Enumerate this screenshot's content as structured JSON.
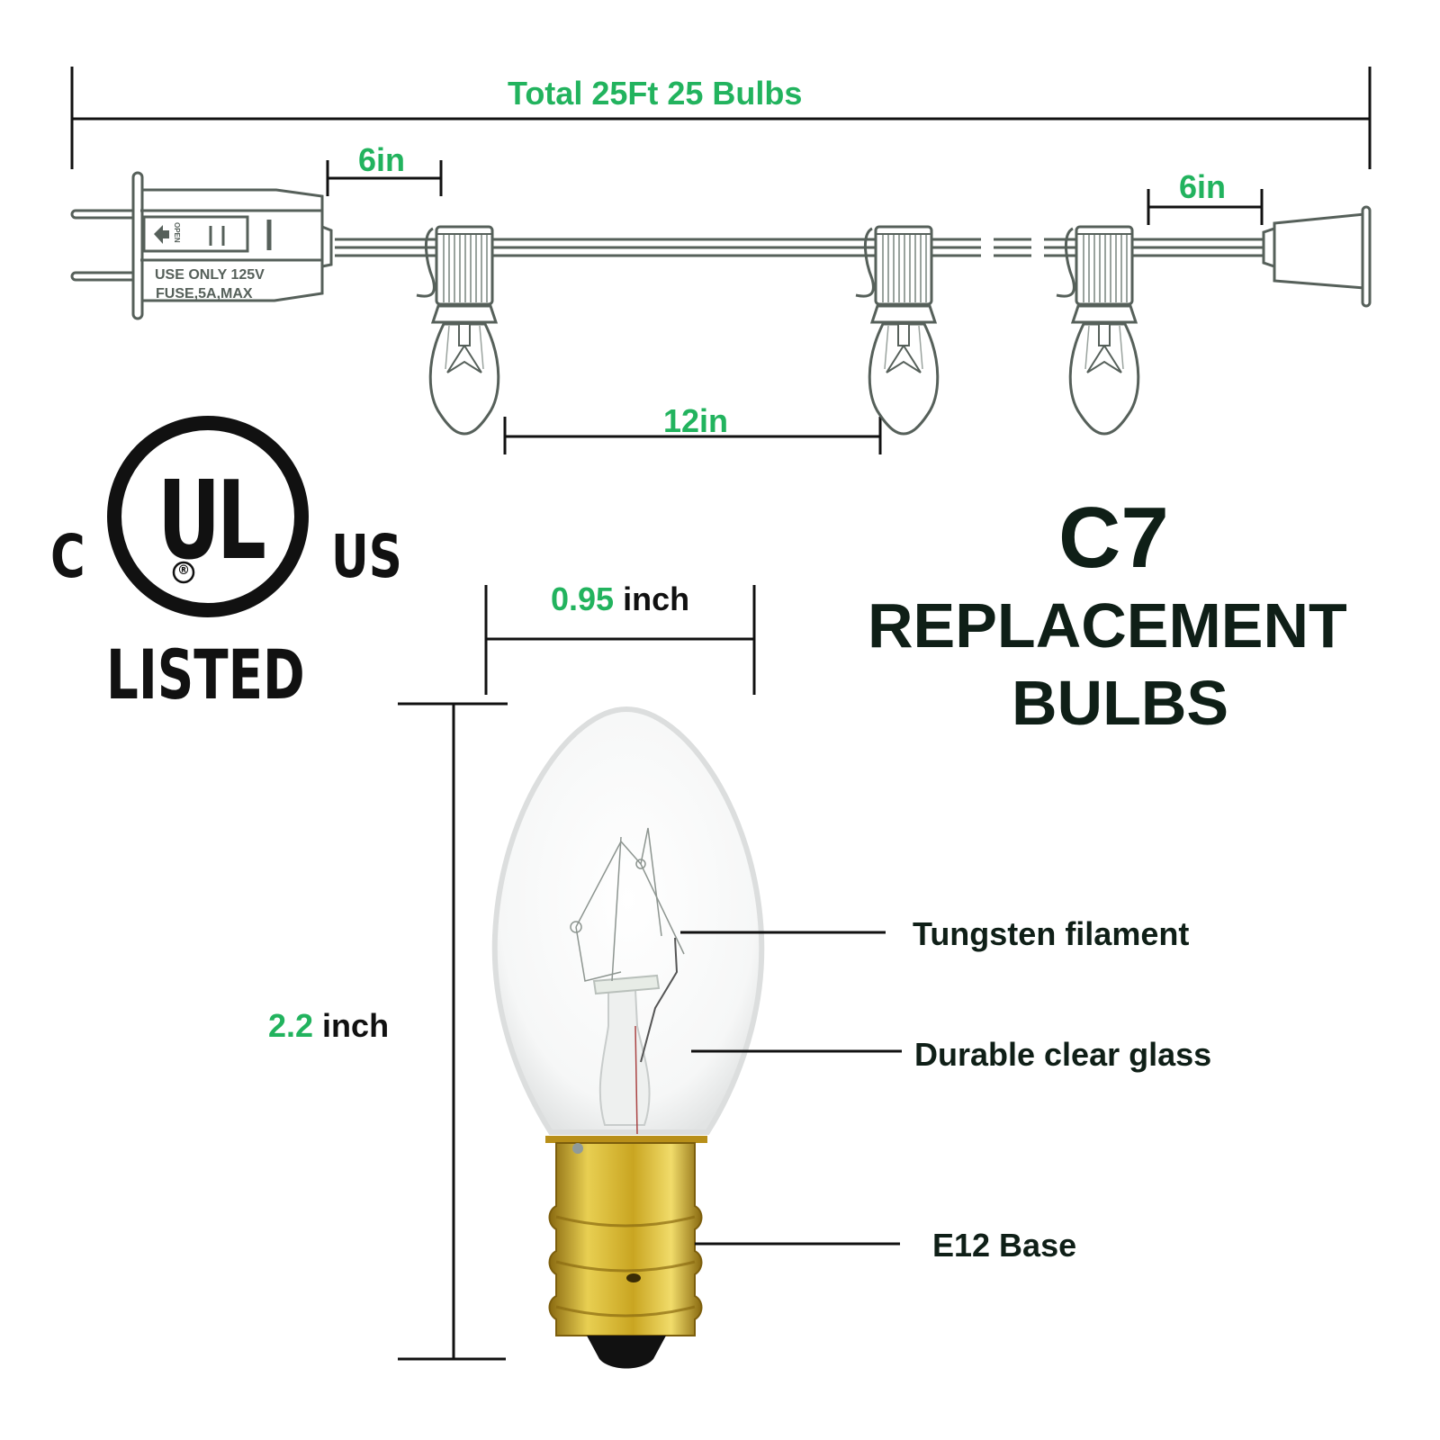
{
  "colors": {
    "accent_green": "#22b35e",
    "text_dark": "#0f1f17",
    "line_black": "#111111",
    "drawing_gray": "#56605a",
    "brass": "#c9a521"
  },
  "string_diagram": {
    "total_label": "Total 25Ft 25 Bulbs",
    "lead_in_label": "6in",
    "lead_out_label": "6in",
    "spacing_label": "12in",
    "plug": {
      "line1": "USE ONLY 125V",
      "line2": "FUSE,5A,MAX",
      "door_label": "OPEN"
    }
  },
  "certification": {
    "left": "C",
    "mark": "UL",
    "registered": "®",
    "right": "US",
    "listed": "LISTED"
  },
  "title": {
    "model": "C7",
    "line1": "REPLACEMENT",
    "line2": "BULBS"
  },
  "dimensions": {
    "width_value": "0.95",
    "width_unit": " inch",
    "height_value": "2.2",
    "height_unit": " inch"
  },
  "callouts": [
    {
      "label": "Tungsten filament"
    },
    {
      "label": "Durable clear glass"
    },
    {
      "label": "E12 Base"
    }
  ]
}
